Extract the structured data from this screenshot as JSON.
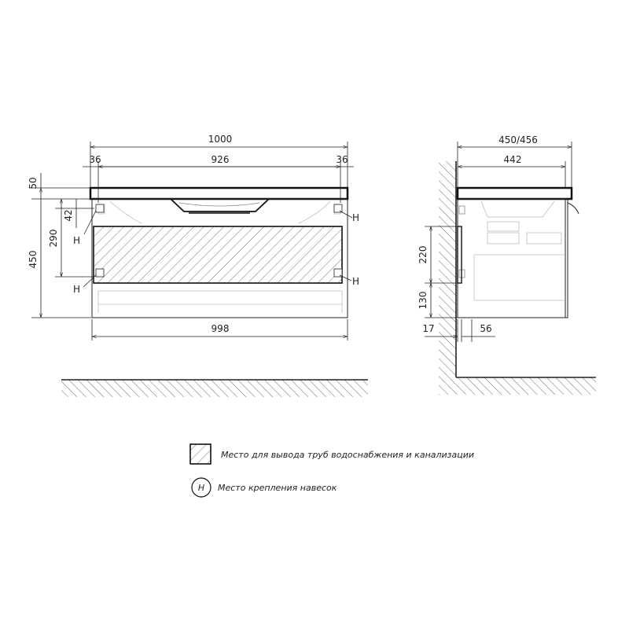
{
  "front_view": {
    "dims": {
      "total_width": "1000",
      "left_offset": "36",
      "inner_width": "926",
      "right_offset": "36",
      "top_thickness": "50",
      "mount_offset": "42",
      "mount_span": "290",
      "total_height": "450",
      "body_width": "998"
    },
    "mount_label": "H"
  },
  "side_view": {
    "dims": {
      "depth": "450/456",
      "inner_depth": "442",
      "zone_height": "220",
      "floor_offset": "130",
      "wall_gap": "17",
      "zone_depth": "56"
    }
  },
  "legend": {
    "pipe_zone": "Место для вывода труб водоснабжения и канализации",
    "mount_point": "Место крепления навесок",
    "mount_symbol": "H"
  }
}
